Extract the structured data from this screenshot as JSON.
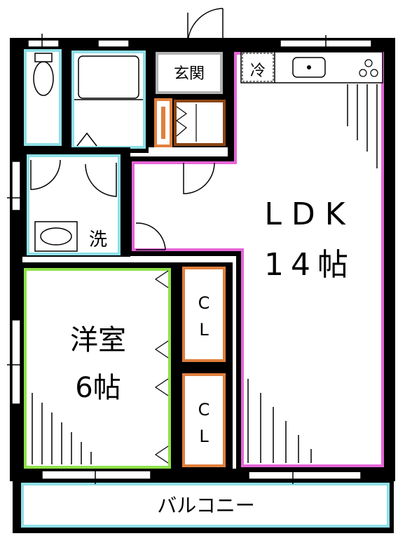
{
  "rooms": {
    "ldk": {
      "name": "LDK",
      "size": "14帖",
      "outline_color": "#e565d8"
    },
    "western": {
      "name": "洋室",
      "size": "6帖",
      "outline_color": "#8ee04a"
    },
    "entrance": {
      "label": "玄関"
    },
    "washroom": {
      "label": "洗"
    },
    "fridge": {
      "label": "冷"
    },
    "closet_upper": {
      "label_top": "C",
      "label_bottom": "L",
      "outline_color": "#e07f3c"
    },
    "closet_lower": {
      "label_top": "C",
      "label_bottom": "L",
      "outline_color": "#e07f3c"
    },
    "balcony": {
      "label": "バルコニー",
      "outline_color": "#8fdfe6"
    }
  },
  "colors": {
    "wall": "#000000",
    "wet_area": "#8fdfe6",
    "shoe_box": "#8b4513",
    "entrance_box": "#b3b3b3"
  }
}
